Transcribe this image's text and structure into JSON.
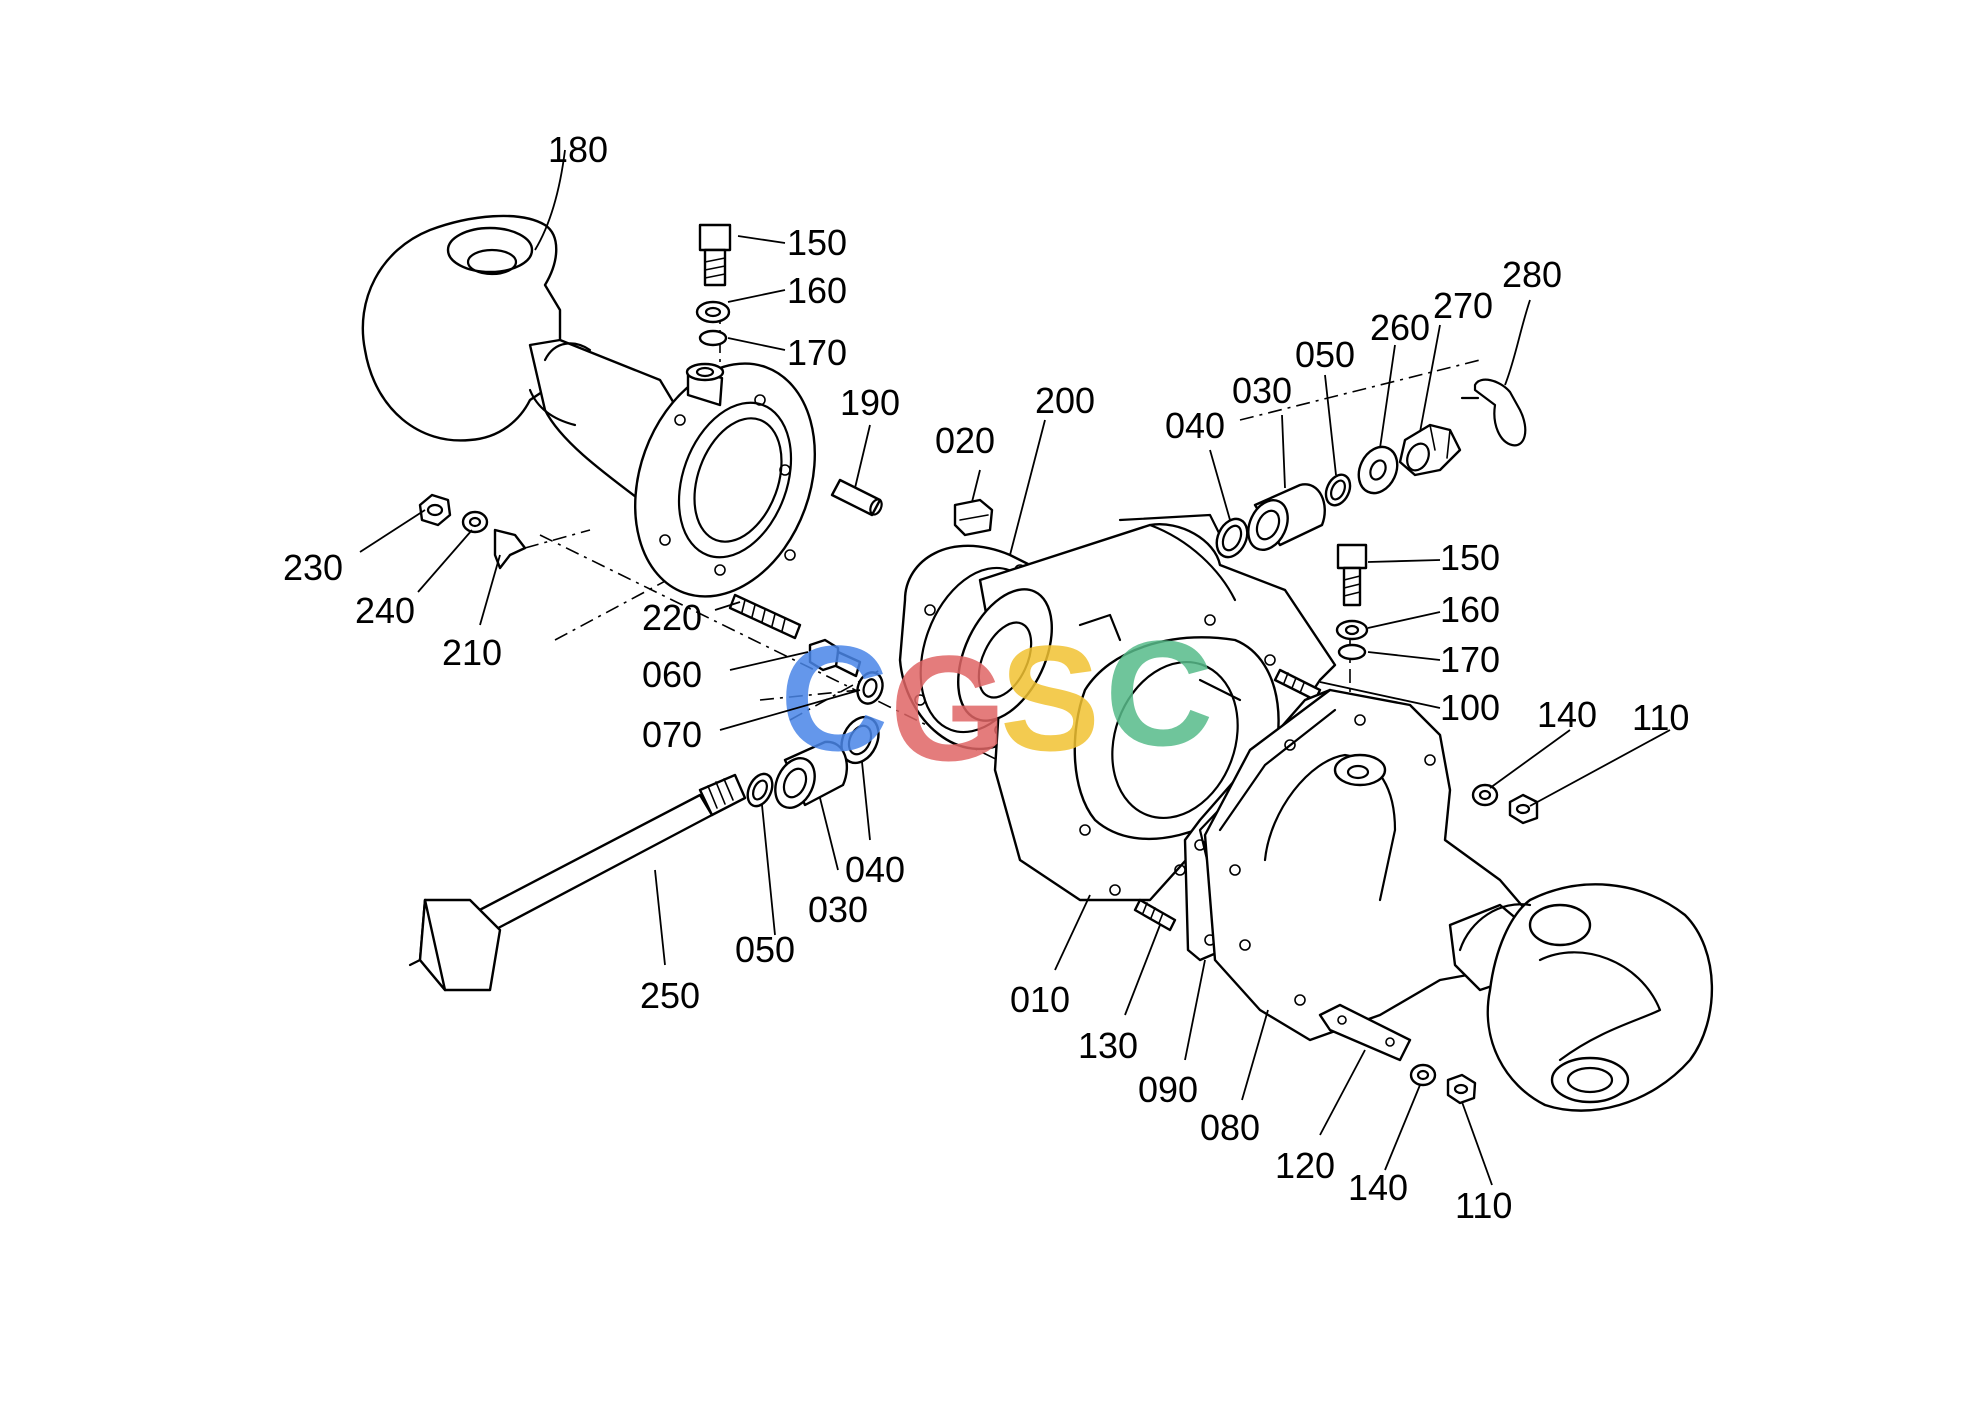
{
  "diagram": {
    "watermark": "CGSC",
    "watermark_colors": [
      "#4a86e8",
      "#e06666",
      "#f1c232",
      "#57bb8a"
    ],
    "callouts": [
      {
        "id": "c180",
        "label": "180"
      },
      {
        "id": "c150a",
        "label": "150"
      },
      {
        "id": "c160a",
        "label": "160"
      },
      {
        "id": "c170a",
        "label": "170"
      },
      {
        "id": "c190",
        "label": "190"
      },
      {
        "id": "c200",
        "label": "200"
      },
      {
        "id": "c020",
        "label": "020"
      },
      {
        "id": "c040a",
        "label": "040"
      },
      {
        "id": "c030a",
        "label": "030"
      },
      {
        "id": "c050a",
        "label": "050"
      },
      {
        "id": "c260",
        "label": "260"
      },
      {
        "id": "c270",
        "label": "270"
      },
      {
        "id": "c280",
        "label": "280"
      },
      {
        "id": "c230",
        "label": "230"
      },
      {
        "id": "c240",
        "label": "240"
      },
      {
        "id": "c210",
        "label": "210"
      },
      {
        "id": "c220",
        "label": "220"
      },
      {
        "id": "c060",
        "label": "060"
      },
      {
        "id": "c070",
        "label": "070"
      },
      {
        "id": "c150b",
        "label": "150"
      },
      {
        "id": "c160b",
        "label": "160"
      },
      {
        "id": "c170b",
        "label": "170"
      },
      {
        "id": "c100",
        "label": "100"
      },
      {
        "id": "c140a",
        "label": "140"
      },
      {
        "id": "c110a",
        "label": "110"
      },
      {
        "id": "c040b",
        "label": "040"
      },
      {
        "id": "c030b",
        "label": "030"
      },
      {
        "id": "c050b",
        "label": "050"
      },
      {
        "id": "c250",
        "label": "250"
      },
      {
        "id": "c010",
        "label": "010"
      },
      {
        "id": "c130",
        "label": "130"
      },
      {
        "id": "c090",
        "label": "090"
      },
      {
        "id": "c080",
        "label": "080"
      },
      {
        "id": "c120",
        "label": "120"
      },
      {
        "id": "c140b",
        "label": "140"
      },
      {
        "id": "c110b",
        "label": "110"
      }
    ]
  }
}
